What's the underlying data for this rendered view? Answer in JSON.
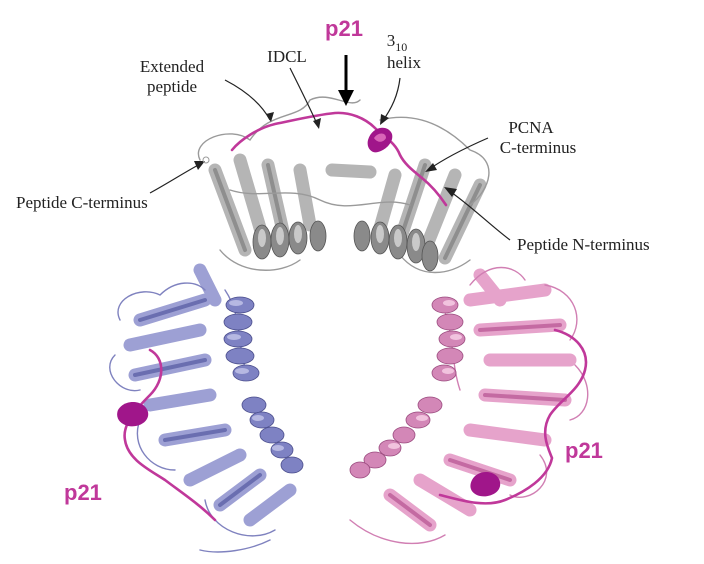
{
  "labels": {
    "p21_top": "p21",
    "p21_left": "p21",
    "p21_right": "p21",
    "extended_peptide_line1": "Extended",
    "extended_peptide_line2": "peptide",
    "idcl": "IDCL",
    "helix_310_main": "3",
    "helix_310_sub": "10",
    "helix_310_line2": "helix",
    "pcna_cterm_line1": "PCNA",
    "pcna_cterm_line2": "C-terminus",
    "peptide_cterm": "Peptide C-terminus",
    "peptide_nterm": "Peptide N-terminus"
  },
  "colors": {
    "p21": "#c0389a",
    "p21_helix": "#a0168a",
    "subunit_top": "#a8a8a8",
    "subunit_left": "#8c8fc8",
    "subunit_right": "#dd92c0",
    "label_text": "#222222",
    "background": "#ffffff"
  }
}
